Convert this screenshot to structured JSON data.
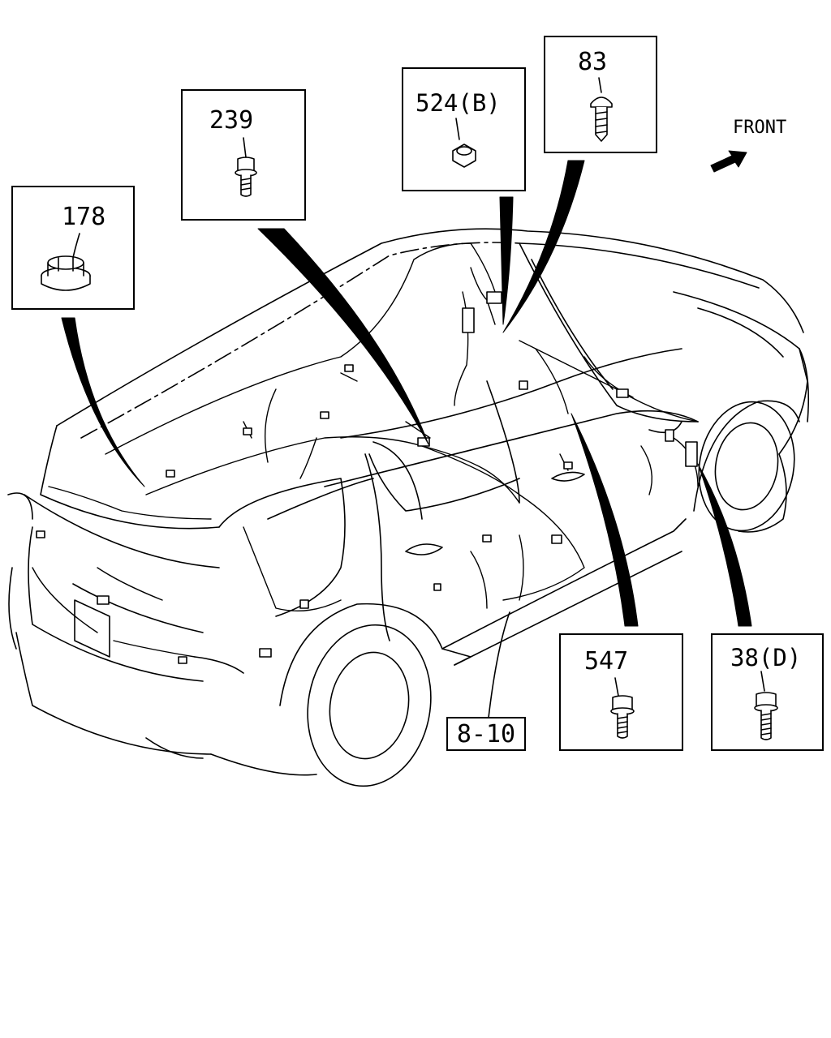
{
  "direction": {
    "label": "FRONT"
  },
  "parts": [
    {
      "id": "part-178",
      "number": "178",
      "icon": "grommet-icon"
    },
    {
      "id": "part-239",
      "number": "239",
      "icon": "flange-bolt-icon"
    },
    {
      "id": "part-524b",
      "number": "524(B)",
      "icon": "hex-nut-icon"
    },
    {
      "id": "part-83",
      "number": "83",
      "icon": "tapping-screw-icon"
    },
    {
      "id": "part-547",
      "number": "547",
      "icon": "flange-bolt-icon"
    },
    {
      "id": "part-38d",
      "number": "38(D)",
      "icon": "flange-bolt-icon"
    }
  ],
  "reference": {
    "label": "8-10"
  },
  "vehicle": {
    "icon": "suv-wiring-harness-icon"
  },
  "colors": {
    "ink": "#000000",
    "paper": "#ffffff"
  }
}
